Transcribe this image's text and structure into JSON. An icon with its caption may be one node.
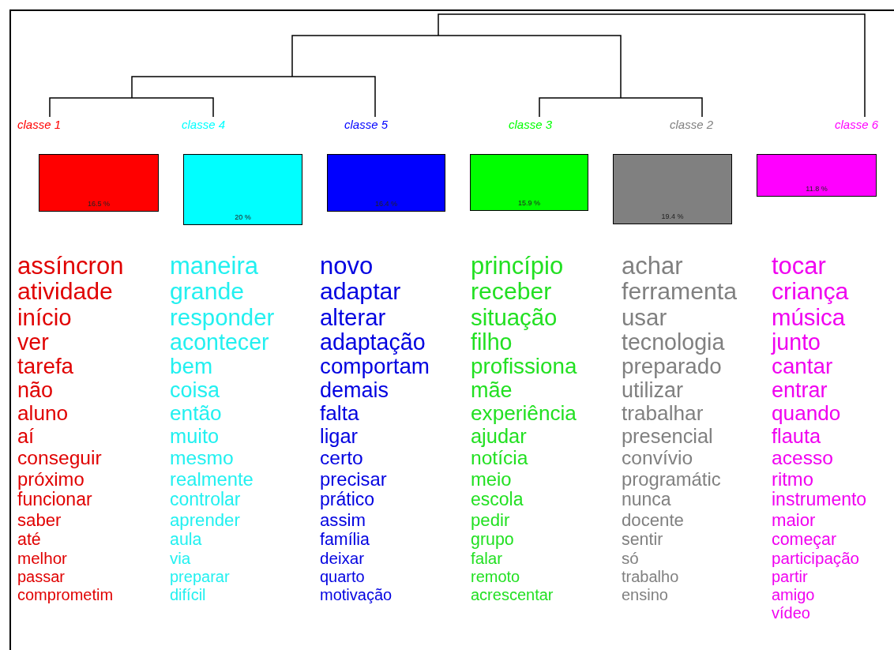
{
  "diagram": {
    "nodes": [
      {
        "text": [
          "classe 1",
          "16.5 %"
        ],
        "beside": [
          "assíncron",
          "atividade",
          "início",
          "ver",
          "tarefa",
          "não",
          "aluno",
          "aí",
          "conseguir",
          "próximo",
          "funcionar",
          "saber",
          "até",
          "melhor",
          "passar",
          "comprometim"
        ]
      },
      {
        "text": [
          "classe 4",
          "20 %"
        ],
        "beside": [
          "maneira",
          "grande",
          "responder",
          "acontecer",
          "bem",
          "coisa",
          "então",
          "muito",
          "mesmo",
          "realmente",
          "controlar",
          "aprender",
          "aula",
          "via",
          "preparar",
          "difícil"
        ]
      },
      {
        "text": [
          "classe 5",
          "16.4 %"
        ],
        "beside": [
          "novo",
          "adaptar",
          "alterar",
          "adaptação",
          "comportam",
          "demais",
          "falta",
          "ligar",
          "certo",
          "precisar",
          "prático",
          "assim",
          "família",
          "deixar",
          "quarto",
          "motivação"
        ]
      },
      {
        "text": [
          "classe 3",
          "15.9 %"
        ],
        "beside": [
          "princípio",
          "receber",
          "situação",
          "filho",
          "profissiona",
          "mãe",
          "experiência",
          "ajudar",
          "notícia",
          "meio",
          "escola",
          "pedir",
          "grupo",
          "falar",
          "remoto",
          "acrescentar"
        ]
      },
      {
        "text": [
          "classe 2",
          "19.4 %"
        ],
        "beside": [
          "achar",
          "ferramenta",
          "usar",
          "tecnologia",
          "preparado",
          "utilizar",
          "trabalhar",
          "presencial",
          "convívio",
          "programátic",
          "nunca",
          "docente",
          "sentir",
          "só",
          "trabalho",
          "ensino"
        ]
      },
      {
        "text": [
          "classe 6",
          "11.8 %"
        ],
        "beside": [
          "tocar",
          "criança",
          "música",
          "junto",
          "cantar",
          "entrar",
          "quando",
          "flauta",
          "acesso",
          "ritmo",
          "instrumento",
          "maior",
          "começar",
          "participação",
          "partir",
          "amigo",
          "vídeo"
        ]
      }
    ]
  }
}
